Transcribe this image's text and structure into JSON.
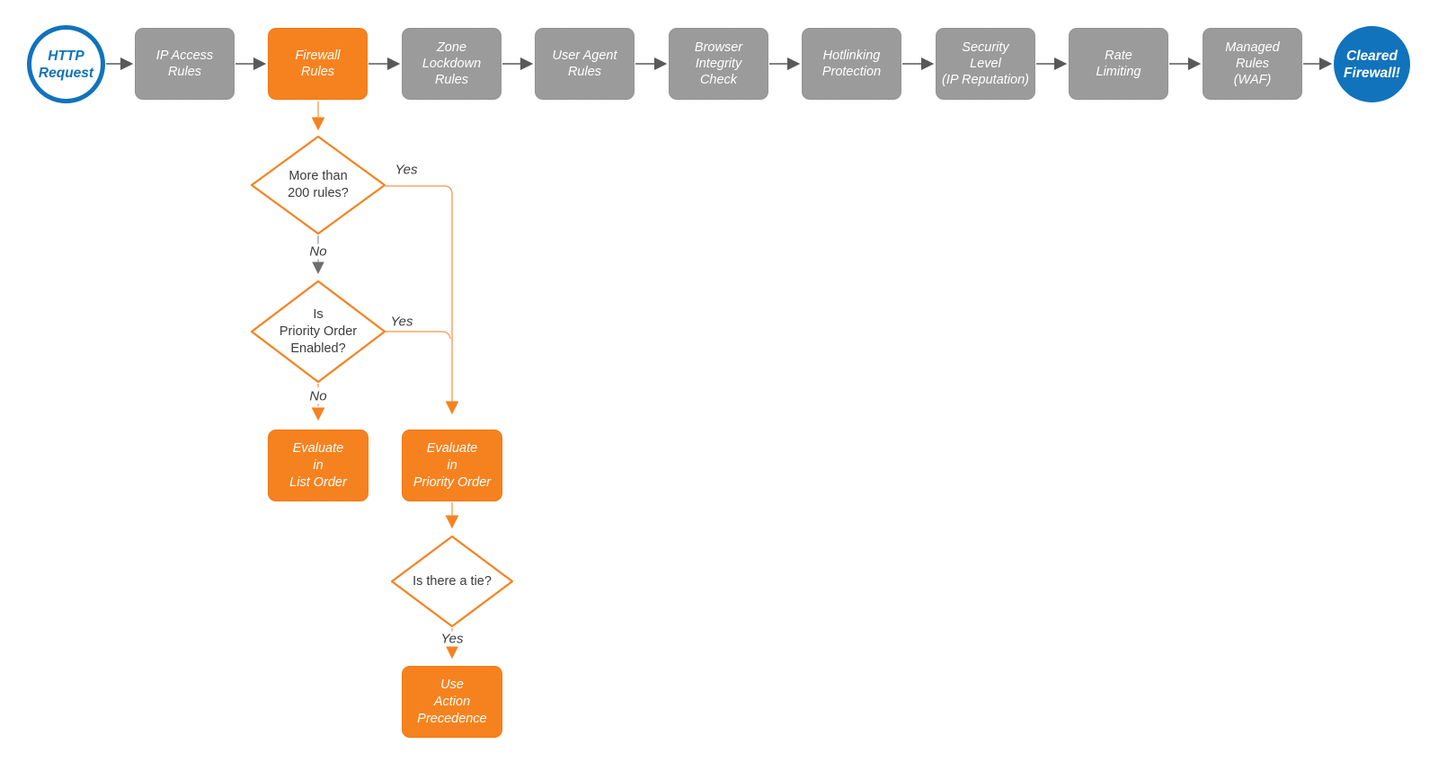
{
  "diagram": {
    "start": {
      "label": "HTTP\nRequest"
    },
    "end": {
      "label": "Cleared\nFirewall!"
    },
    "pipeline": [
      {
        "label": "IP Access\nRules"
      },
      {
        "label": "Firewall\nRules"
      },
      {
        "label": "Zone\nLockdown\nRules"
      },
      {
        "label": "User Agent\nRules"
      },
      {
        "label": "Browser\nIntegrity\nCheck"
      },
      {
        "label": "Hotlinking\nProtection"
      },
      {
        "label": "Security\nLevel\n(IP Reputation)"
      },
      {
        "label": "Rate\nLimiting"
      },
      {
        "label": "Managed\nRules\n(WAF)"
      }
    ],
    "decisions": [
      {
        "label": "More than\n200 rules?"
      },
      {
        "label": "Is\nPriority Order\nEnabled?"
      },
      {
        "label": "Is there a tie?"
      }
    ],
    "actions": [
      {
        "label": "Evaluate\nin\nList Order"
      },
      {
        "label": "Evaluate\nin\nPriority Order"
      },
      {
        "label": "Use\nAction\nPrecedence"
      }
    ],
    "edge_labels": {
      "yes1": "Yes",
      "no1": "No",
      "yes2": "Yes",
      "no2": "No",
      "yes3": "Yes"
    },
    "colors": {
      "accent_orange": "#f6821f",
      "light_orange_line": "#f9a566",
      "node_gray": "#9b9b9b",
      "brand_blue": "#1173bc",
      "arrow_gray": "#595959",
      "text_dark": "#3c3c3c",
      "text_light": "#ffffff"
    }
  }
}
